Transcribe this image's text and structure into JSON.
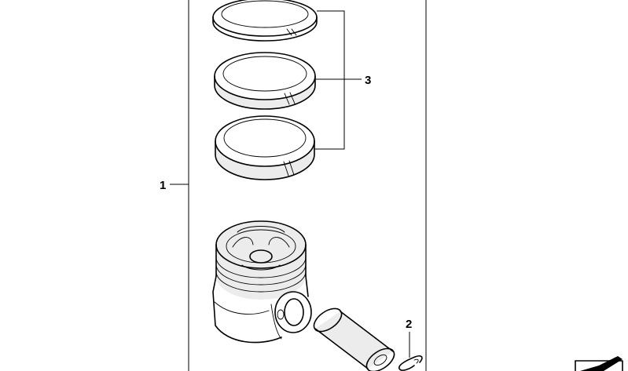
{
  "callouts": {
    "piston_set": "1",
    "circlip": "2",
    "piston_rings": "3"
  }
}
